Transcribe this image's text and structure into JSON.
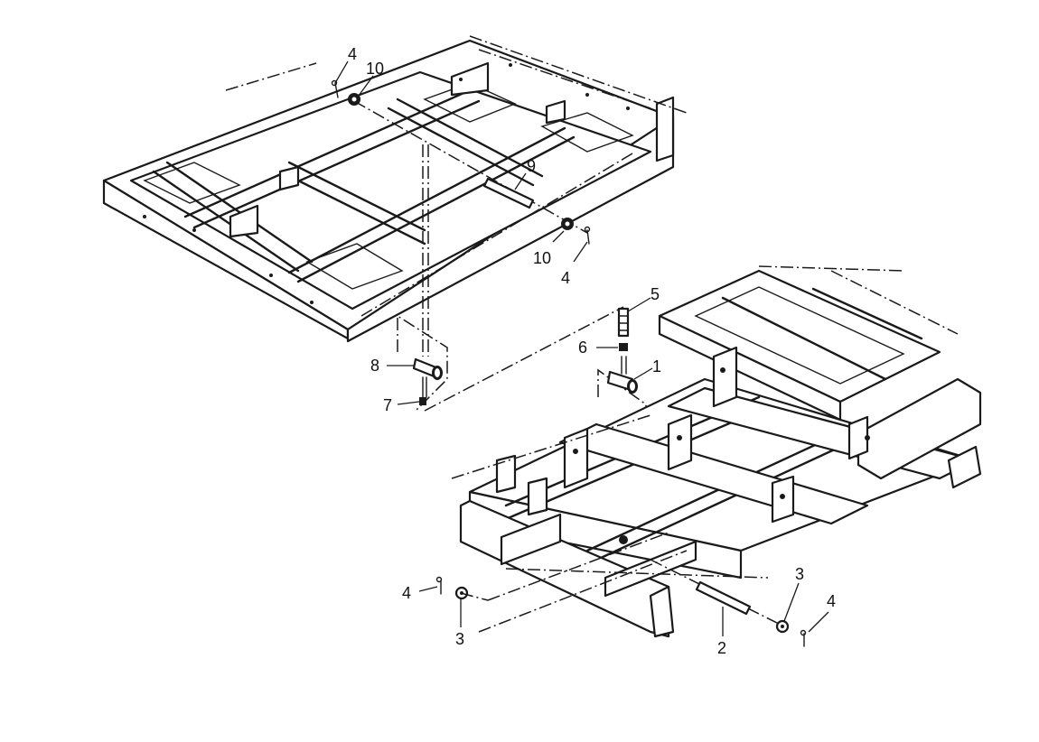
{
  "diagram": {
    "labels": {
      "1": "1",
      "2": "2",
      "3": "3",
      "4": "4",
      "5": "5",
      "6": "6",
      "7": "7",
      "8": "8",
      "9": "9",
      "10": "10"
    }
  }
}
